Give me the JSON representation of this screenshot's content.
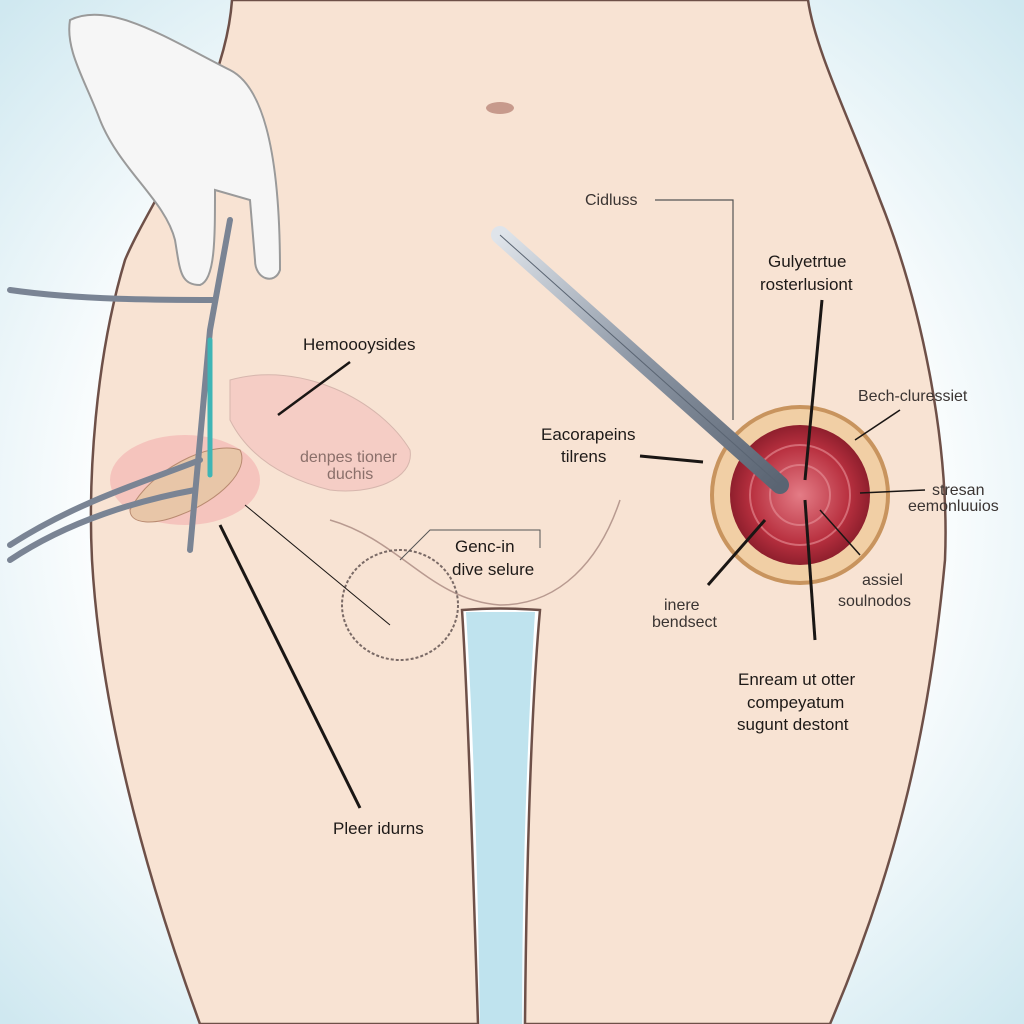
{
  "labels": {
    "hemorrhoids": "Hemoooysides",
    "depression_line1": "denpes tioner",
    "depression_line2": "duchis",
    "gen_line1": "Genc-in",
    "gen_line2": "dive selure",
    "pleer": "Pleer idurns",
    "cidluss": "Cidluss",
    "guly_line1": "Gulyetrtue",
    "guly_line2": "rosterlusiont",
    "beth": "Bech-cluressiet",
    "eacor_line1": "Eacorapeins",
    "eacor_line2": "tilrens",
    "stresan_line1": "stresan",
    "stresan_line2": "eemonluuios",
    "assiel_line1": "assiel",
    "assiel_line2": "soulnodos",
    "inere_line1": "inere",
    "inere_line2": "bendsect",
    "enream_line1": "Enream ut otter",
    "enream_line2": "compeyatum",
    "enream_line3": "sugunt destont"
  },
  "colors": {
    "skin": "#f8e3d3",
    "outline": "#6e5048",
    "background": "#d9eef4",
    "wound": "#b8303f",
    "instrument": "#8c96a4"
  }
}
